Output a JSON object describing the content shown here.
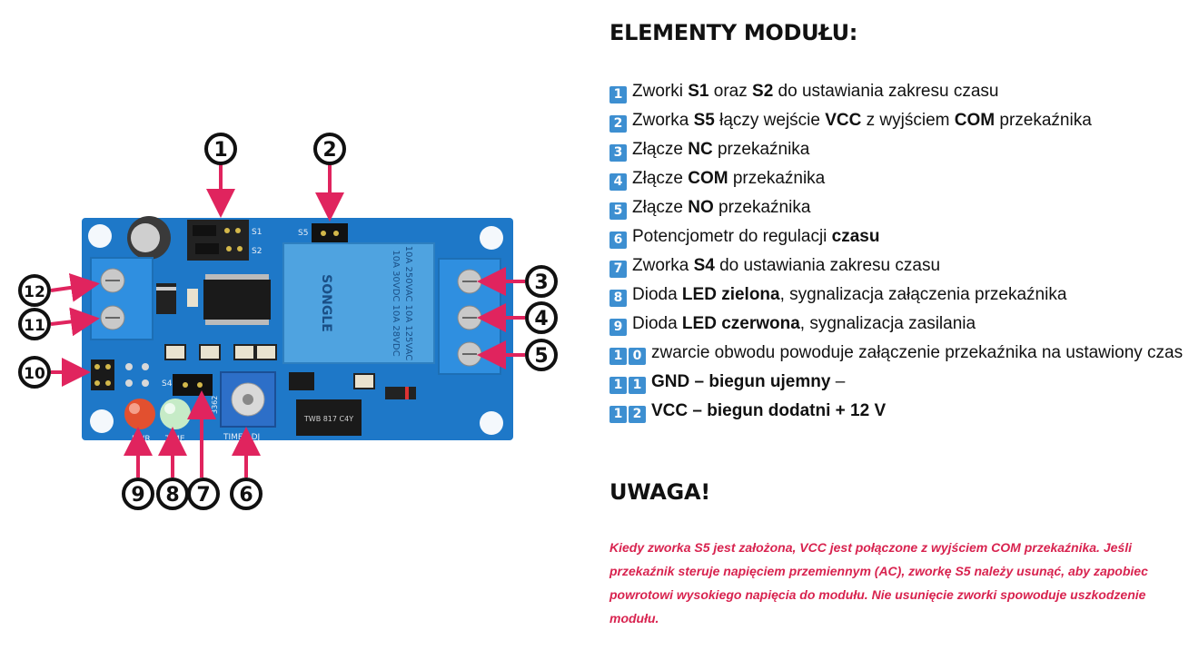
{
  "heading_elements": "ELEMENTY MODUŁU:",
  "items": [
    {
      "num": [
        "1"
      ],
      "parts": [
        {
          "t": "Zworki ",
          "b": false
        },
        {
          "t": "S1",
          "b": true
        },
        {
          "t": " oraz ",
          "b": false
        },
        {
          "t": "S2",
          "b": true
        },
        {
          "t": " do ustawiania zakresu czasu",
          "b": false
        }
      ]
    },
    {
      "num": [
        "2"
      ],
      "parts": [
        {
          "t": "Zworka ",
          "b": false
        },
        {
          "t": "S5",
          "b": true
        },
        {
          "t": " łączy wejście ",
          "b": false
        },
        {
          "t": "VCC",
          "b": true
        },
        {
          "t": " z wyjściem ",
          "b": false
        },
        {
          "t": "COM",
          "b": true
        },
        {
          "t": " przekaźnika",
          "b": false
        }
      ]
    },
    {
      "num": [
        "3"
      ],
      "parts": [
        {
          "t": "Złącze ",
          "b": false
        },
        {
          "t": "NC",
          "b": true
        },
        {
          "t": " przekaźnika",
          "b": false
        }
      ]
    },
    {
      "num": [
        "4"
      ],
      "parts": [
        {
          "t": "Złącze ",
          "b": false
        },
        {
          "t": "COM",
          "b": true
        },
        {
          "t": " przekaźnika",
          "b": false
        }
      ]
    },
    {
      "num": [
        "5"
      ],
      "parts": [
        {
          "t": "Złącze ",
          "b": false
        },
        {
          "t": "NO",
          "b": true
        },
        {
          "t": " przekaźnika",
          "b": false
        }
      ]
    },
    {
      "num": [
        "6"
      ],
      "parts": [
        {
          "t": "Potencjometr do regulacji ",
          "b": false
        },
        {
          "t": "czasu",
          "b": true
        }
      ]
    },
    {
      "num": [
        "7"
      ],
      "parts": [
        {
          "t": "Zworka ",
          "b": false
        },
        {
          "t": "S4",
          "b": true
        },
        {
          "t": " do ustawiania zakresu czasu",
          "b": false
        }
      ]
    },
    {
      "num": [
        "8"
      ],
      "parts": [
        {
          "t": "Dioda ",
          "b": false
        },
        {
          "t": "LED zielona",
          "b": true
        },
        {
          "t": ", sygnalizacja załączenia przekaźnika",
          "b": false
        }
      ]
    },
    {
      "num": [
        "9"
      ],
      "parts": [
        {
          "t": "Dioda ",
          "b": false
        },
        {
          "t": "LED czerwona",
          "b": true
        },
        {
          "t": ", sygnalizacja zasilania",
          "b": false
        }
      ]
    },
    {
      "num": [
        "1",
        "0"
      ],
      "wrap": true,
      "parts": [
        {
          "t": "zwarcie obwodu powoduje załączenie przekaźnika na ustawiony czas",
          "b": false
        }
      ]
    },
    {
      "num": [
        "1",
        "1"
      ],
      "parts": [
        {
          "t": "GND – biegun ujemny",
          "b": true
        },
        {
          "t": " –",
          "b": false
        }
      ]
    },
    {
      "num": [
        "1",
        "2"
      ],
      "parts": [
        {
          "t": "VCC – biegun dodatni + 12 V",
          "b": true
        }
      ]
    }
  ],
  "heading_warning": "UWAGA!",
  "warning_text": "Kiedy zworka S5 jest założona, VCC jest połączone z wyjściem COM przekaźnika. Jeśli przekaźnik steruje napięciem przemiennym (AC), zworkę S5 należy usunąć, aby zapobiec powrotowi wysokiego napięcia do modułu. Nie usunięcie zworki spowoduje uszkodzenie modułu.",
  "colors": {
    "badge": "#3d8fd1",
    "warning": "#d8234f",
    "callout_arrow": "#e0245e",
    "pcb": "#1e78c8",
    "relay": "#4fa3e0",
    "terminal": "#2f8fe0"
  },
  "board": {
    "pin_labels": {
      "s1": "S1",
      "s2": "S2",
      "s5": "S5",
      "s4": "S4",
      "pwr": "PWR",
      "time": "TIME",
      "time_adj": "TIME ADJ"
    },
    "relay_text": {
      "line1": "10A 250VAC 10A 125VAC",
      "line2": "10A 30VDC 10A 28VDC",
      "brand": "SONGLE"
    },
    "pot_text": "3362",
    "opto_text": "TWB 817 C4Y",
    "callouts": [
      "1",
      "2",
      "3",
      "4",
      "5",
      "6",
      "7",
      "8",
      "9",
      "10",
      "11",
      "12"
    ]
  }
}
